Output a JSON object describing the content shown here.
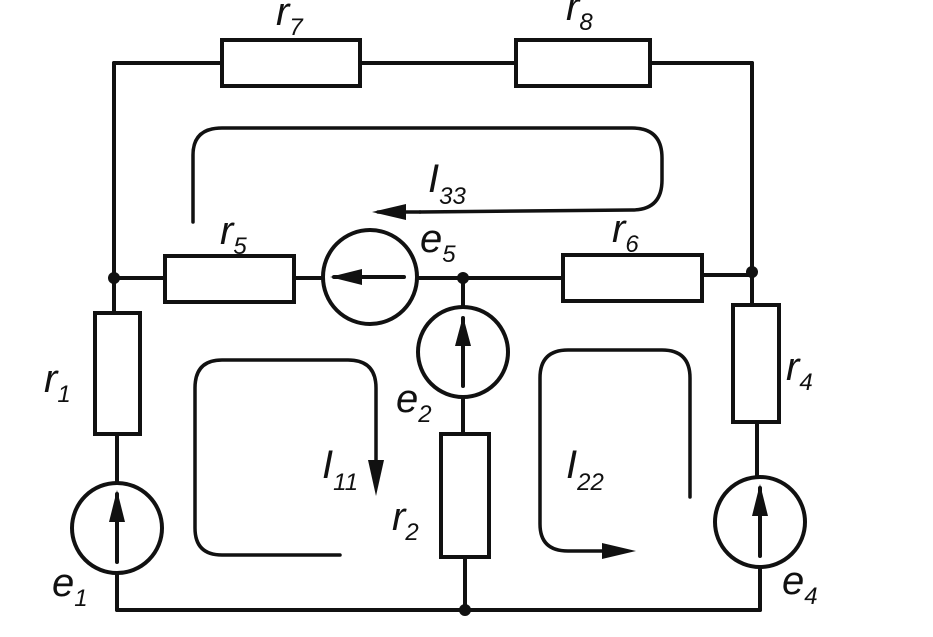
{
  "labels": {
    "r1": {
      "main": "r",
      "sub": "1"
    },
    "r2": {
      "main": "r",
      "sub": "2"
    },
    "r4": {
      "main": "r",
      "sub": "4"
    },
    "r5": {
      "main": "r",
      "sub": "5"
    },
    "r6": {
      "main": "r",
      "sub": "6"
    },
    "r7": {
      "main": "r",
      "sub": "7"
    },
    "r8": {
      "main": "r",
      "sub": "8"
    },
    "e1": {
      "main": "e",
      "sub": "1"
    },
    "e2": {
      "main": "e",
      "sub": "2"
    },
    "e4": {
      "main": "e",
      "sub": "4"
    },
    "e5": {
      "main": "e",
      "sub": "5"
    },
    "I11": {
      "main": "I",
      "sub": "11"
    },
    "I22": {
      "main": "I",
      "sub": "22"
    },
    "I33": {
      "main": "I",
      "sub": "33"
    }
  },
  "colors": {
    "ink": "#111111",
    "background": "#ffffff"
  }
}
